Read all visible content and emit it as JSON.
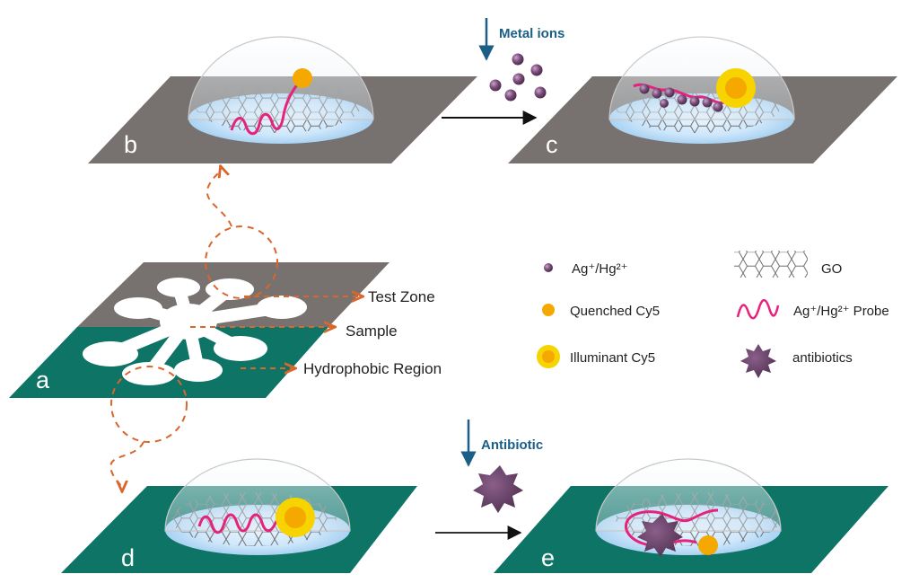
{
  "panels": {
    "a": "a",
    "b": "b",
    "c": "c",
    "d": "d",
    "e": "e"
  },
  "callouts": {
    "test_zone": "Test Zone",
    "sample": "Sample",
    "hydrophobic_region": "Hydrophobic Region"
  },
  "arrows": {
    "metal_ions": "Metal ions",
    "antibiotic": "Antibiotic"
  },
  "legend": {
    "ions": "Ag⁺/Hg²⁺",
    "go": "GO",
    "quenched": "Quenched Cy5",
    "probe": "Ag⁺/Hg²⁺ Probe",
    "illuminant": "Illuminant  Cy5",
    "antibiotics": "antibiotics"
  },
  "colors": {
    "plate_gray": "#77726f",
    "plate_green": "#0d7466",
    "probe_pink": "#e6237c",
    "cy5_yellow": "#f7d300",
    "cy5_orange": "#f4a800",
    "ion_purple": "#7a4c7a",
    "antibiotic_purple": "#5e3a5e",
    "dashed_orange": "#d9662a",
    "arrow_blue": "#1b5e86",
    "go_gray": "#6f6f6f"
  }
}
